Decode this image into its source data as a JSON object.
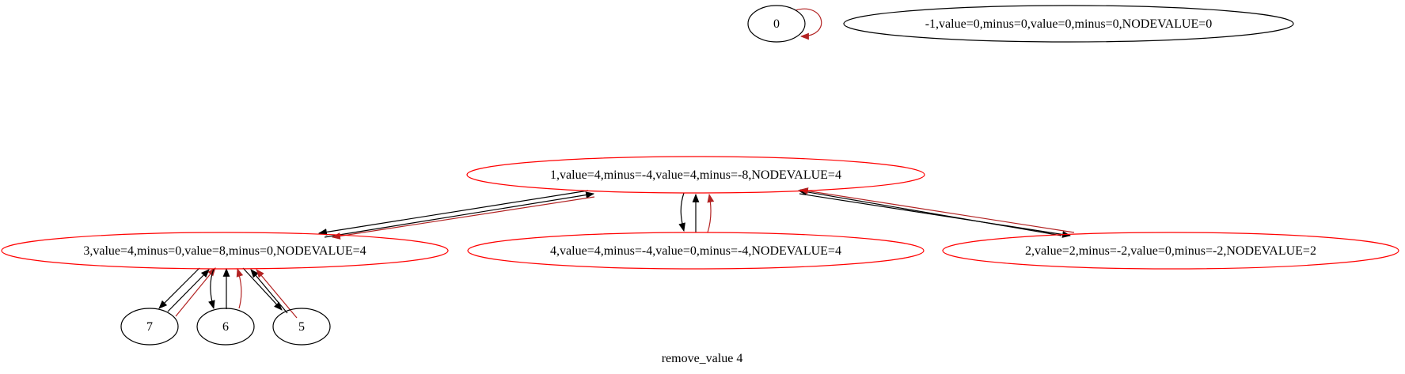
{
  "graph": {
    "caption": "remove_value 4",
    "colors": {
      "default": "#000000",
      "highlight": "#ff0000",
      "back_edge": "#b22222"
    },
    "nodes": [
      {
        "id": "n0",
        "label": "0",
        "color": "#000000"
      },
      {
        "id": "nm1",
        "label": "-1,value=0,minus=0,value=0,minus=0,NODEVALUE=0",
        "color": "#000000"
      },
      {
        "id": "n1",
        "label": "1,value=4,minus=-4,value=4,minus=-8,NODEVALUE=4",
        "color": "#ff0000"
      },
      {
        "id": "n3",
        "label": "3,value=4,minus=0,value=8,minus=0,NODEVALUE=4",
        "color": "#ff0000"
      },
      {
        "id": "n4",
        "label": "4,value=4,minus=-4,value=0,minus=-4,NODEVALUE=4",
        "color": "#ff0000"
      },
      {
        "id": "n2",
        "label": "2,value=2,minus=-2,value=0,minus=-2,NODEVALUE=2",
        "color": "#ff0000"
      },
      {
        "id": "n7",
        "label": "7",
        "color": "#000000"
      },
      {
        "id": "n6",
        "label": "6",
        "color": "#000000"
      },
      {
        "id": "n5",
        "label": "5",
        "color": "#000000"
      }
    ],
    "edges": [
      {
        "from": "n0",
        "to": "n0",
        "color": "#b22222"
      },
      {
        "from": "n1",
        "to": "n3",
        "color": "#000000"
      },
      {
        "from": "n3",
        "to": "n1",
        "color": "#000000"
      },
      {
        "from": "n1",
        "to": "n3",
        "color": "#b22222"
      },
      {
        "from": "n1",
        "to": "n4",
        "color": "#000000"
      },
      {
        "from": "n4",
        "to": "n1",
        "color": "#000000"
      },
      {
        "from": "n4",
        "to": "n1",
        "color": "#b22222"
      },
      {
        "from": "n1",
        "to": "n2",
        "color": "#000000"
      },
      {
        "from": "n2",
        "to": "n1",
        "color": "#000000"
      },
      {
        "from": "n2",
        "to": "n1",
        "color": "#b22222"
      },
      {
        "from": "n3",
        "to": "n7",
        "color": "#000000"
      },
      {
        "from": "n7",
        "to": "n3",
        "color": "#000000"
      },
      {
        "from": "n7",
        "to": "n3",
        "color": "#b22222"
      },
      {
        "from": "n3",
        "to": "n6",
        "color": "#000000"
      },
      {
        "from": "n6",
        "to": "n3",
        "color": "#000000"
      },
      {
        "from": "n6",
        "to": "n3",
        "color": "#b22222"
      },
      {
        "from": "n3",
        "to": "n5",
        "color": "#000000"
      },
      {
        "from": "n5",
        "to": "n3",
        "color": "#000000"
      },
      {
        "from": "n5",
        "to": "n3",
        "color": "#b22222"
      }
    ]
  }
}
